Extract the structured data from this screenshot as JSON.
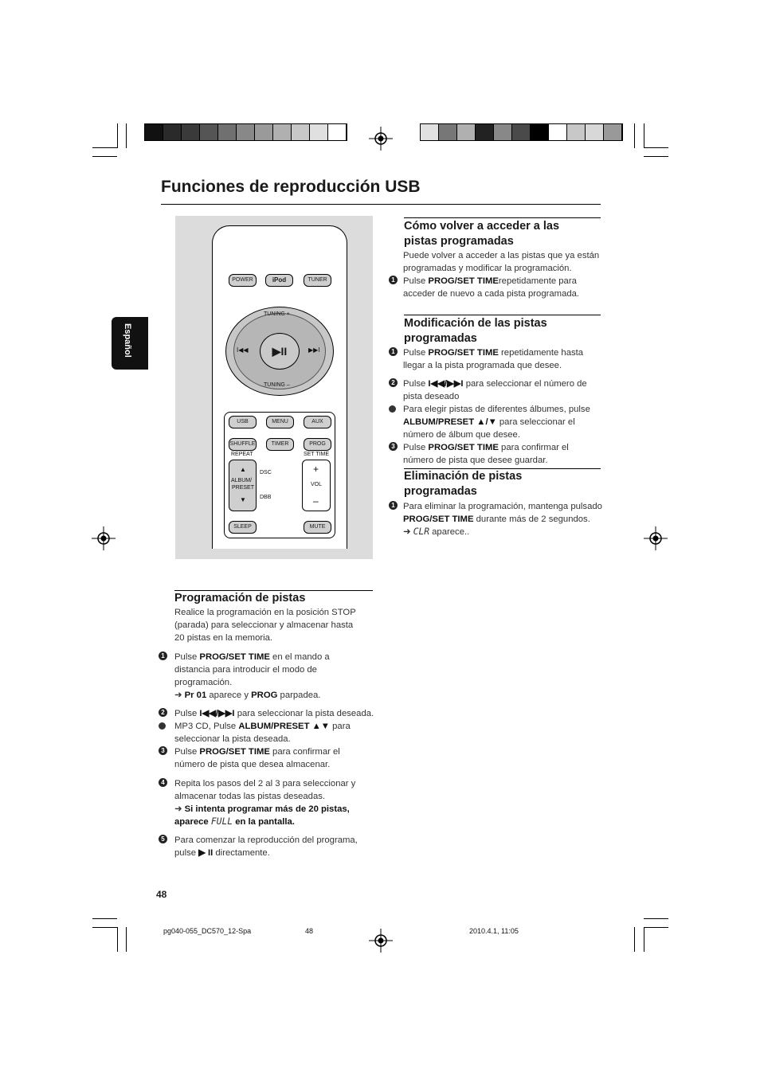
{
  "page_title": "Funciones de reproducción USB",
  "side_tab": "Español",
  "color_bar_left": [
    "#111111",
    "#2a2a2a",
    "#3a3a3a",
    "#555555",
    "#707070",
    "#888888",
    "#9a9a9a",
    "#b0b0b0",
    "#c8c8c8",
    "#e0e0e0",
    "#ffffff"
  ],
  "color_bar_right": [
    "#e0e0e0",
    "#777777",
    "#b0b0b0",
    "#222222",
    "#888888",
    "#4a4a4a",
    "#000000",
    "#ffffff",
    "#c8c8c8",
    "#d8d8d8",
    "#999999"
  ],
  "remote": {
    "power": "POWER",
    "ipod": "iPod",
    "tuner": "TUNER",
    "tuning_up": "TUNING +",
    "tuning_down": "TUNING –",
    "prev": "I◀◀",
    "play_pause": "▶II",
    "next": "▶▶I",
    "usb": "USB",
    "menu": "MENU",
    "aux": "AUX",
    "shuffle": "SHUFFLE",
    "timer": "TIMER",
    "prog": "PROG",
    "repeat": "REPEAT",
    "set_time": "SET TIME",
    "album_up": "▲",
    "album_label_1": "ALBUM/",
    "album_label_2": "PRESET",
    "album_down": "▼",
    "dsc": "DSC",
    "dbb": "DBB",
    "vol_plus": "+",
    "vol": "VOL",
    "vol_minus": "–",
    "sleep": "SLEEP",
    "mute": "MUTE"
  },
  "section_como": {
    "heading_1": "Cómo volver a acceder a las",
    "heading_2": "pistas programadas",
    "intro_1": "Puede volver a acceder a las pistas que ya están",
    "intro_2": "programadas y modificar la programación.",
    "step1_pre": "Pulse ",
    "step1_bold": "PROG/SET TIME",
    "step1_post": "repetidamente para",
    "step1_line2": "acceder de nuevo a cada pista programada."
  },
  "section_mod": {
    "heading_1": "Modificación de las pistas",
    "heading_2": "programadas",
    "s1_pre": "Pulse ",
    "s1_bold": "PROG/SET TIME",
    "s1_post": "  repetidamente hasta",
    "s1_line2": "llegar a la pista programada que desee.",
    "s2_pre": "Pulse ",
    "s2_sym": "I◀◀/▶▶I",
    "s2_post": "  para seleccionar el número de",
    "s2_line2": "pista deseado",
    "b_line1": "Para elegir pistas de diferentes álbumes, pulse",
    "b_bold": "ALBUM/PRESET ▲/▼",
    "b_post": " para seleccionar el",
    "b_line3": "número de álbum que desee.",
    "s3_pre": "Pulse ",
    "s3_bold": "PROG/SET TIME",
    "s3_post": " para confirmar el",
    "s3_line2": "número de pista que desee guardar."
  },
  "section_elim": {
    "heading_1": "Eliminación de pistas",
    "heading_2": "programadas",
    "s1_line1": "Para eliminar la programación, mantenga pulsado",
    "s1_bold": "PROG/SET TIME",
    "s1_post": " durante más de 2 segundos.",
    "s1_arrow": "➜ ",
    "s1_display": "CLR",
    "s1_tail": "  aparece.."
  },
  "section_prog": {
    "heading": "Programación de pistas",
    "intro_1": "Realice la programación en la posición STOP",
    "intro_2": "(parada) para seleccionar y almacenar hasta",
    "intro_3": "20 pistas en la memoria.",
    "s1_pre": "Pulse ",
    "s1_bold": "PROG/SET TIME",
    "s1_post": " en el mando a",
    "s1_line2": "distancia para introducir el modo de",
    "s1_line3": "programación.",
    "s1_arrow": "➜ ",
    "s1_b1": "Pr 01",
    "s1_mid": " aparece y ",
    "s1_b2": "PROG",
    "s1_tail": " parpadea.",
    "s2_pre": "Pulse ",
    "s2_sym": "I◀◀/▶▶I",
    "s2_post": " para seleccionar la pista deseada.",
    "b_pre": "MP3 CD, Pulse ",
    "b_bold": "ALBUM/PRESET ▲▼",
    "b_post": "  para",
    "b_line2": "seleccionar la pista deseada.",
    "s3_pre": "Pulse ",
    "s3_bold": "PROG/SET TIME",
    "s3_post": " para confirmar el",
    "s3_line2": "número de pista que desea almacenar.",
    "s4_line1": "Repita los pasos del 2 al 3 para seleccionar y",
    "s4_line2": "almacenar todas las pistas deseadas.",
    "s4_arrow": "➜ ",
    "s4_b1": "Si intenta programar más de 20 pistas,",
    "s4_b2": "aparece ",
    "s4_display": "FULL",
    "s4_b3": "  en la pantalla.",
    "s5_line1": "Para comenzar la reproducción del programa,",
    "s5_pre": "pulse  ",
    "s5_sym": "▶ II",
    "s5_post": "  directamente."
  },
  "nums": {
    "n1": "1",
    "n2": "2",
    "n3": "3",
    "n4": "4",
    "n5": "5"
  },
  "page_number": "48",
  "footer": {
    "file": "pg040-055_DC570_12-Spa",
    "page": "48",
    "date": "2010.4.1, 11:05"
  }
}
